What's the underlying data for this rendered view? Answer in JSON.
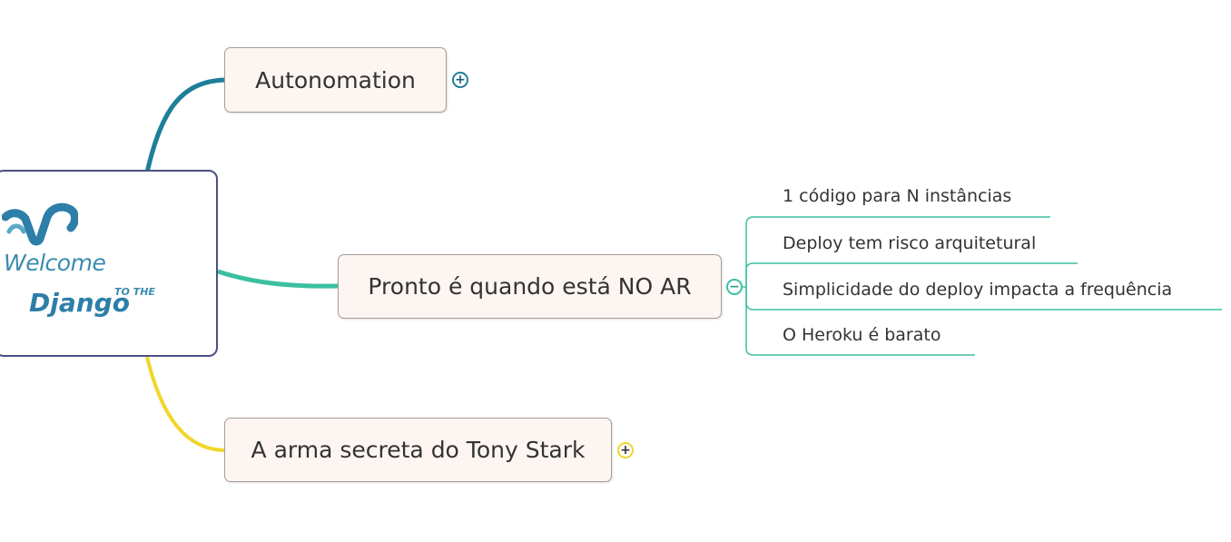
{
  "central": {
    "welcome": "Welcome",
    "to_the": "TO THE",
    "django": "Django"
  },
  "topics": [
    {
      "label": "Autonomation",
      "toggle": "+",
      "color": "#1e7f98"
    },
    {
      "label": "Pronto é quando está NO AR",
      "toggle": "−",
      "color": "#3cbfa1"
    },
    {
      "label": "A arma secreta do Tony Stark",
      "toggle": "+",
      "color": "#f0d62b"
    }
  ],
  "subtopics": [
    "1 código para N instâncias",
    "Deploy tem risco arquitetural",
    "Simplicidade do deploy impacta a frequência",
    "O Heroku é barato"
  ],
  "colors": {
    "central_border": "#4b4f84",
    "topic_fill": "#fdf5f1",
    "logo_blue": "#2d7ea8"
  }
}
